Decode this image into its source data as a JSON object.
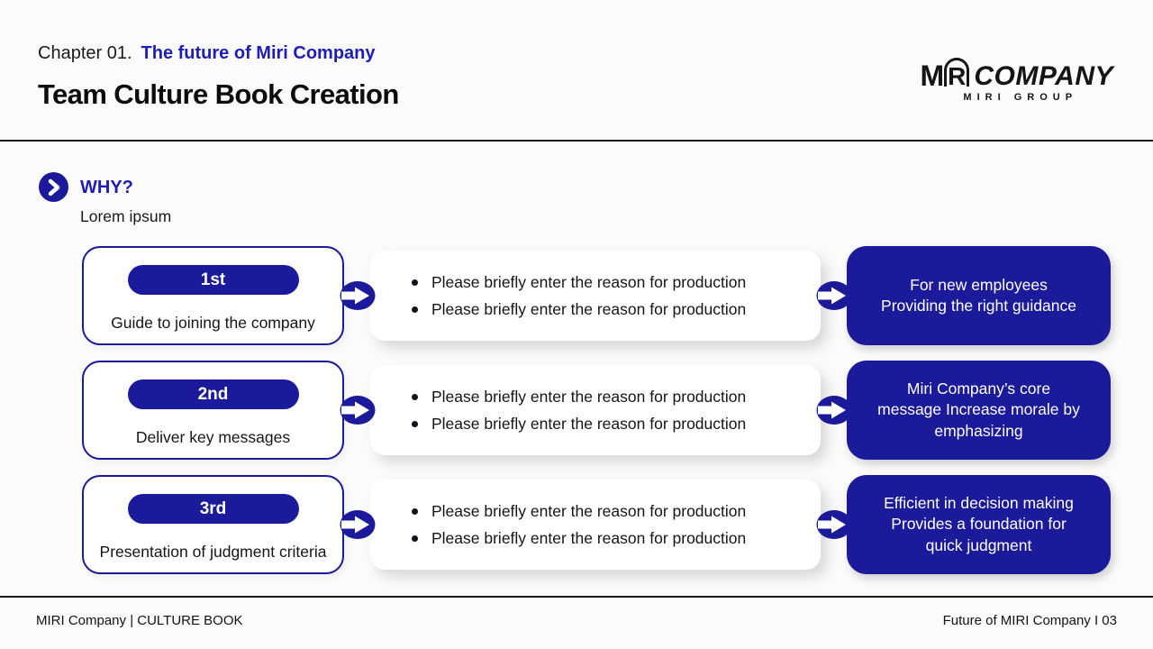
{
  "header": {
    "chapter": "Chapter 01.",
    "chapter_highlight": "The future of Miri Company",
    "title": "Team Culture Book Creation"
  },
  "logo": {
    "letter_m": "M",
    "arch_letter": "R",
    "company": "COMPANY",
    "group": "MIRI GROUP"
  },
  "why": {
    "label": "WHY?",
    "subtitle": "Lorem ipsum"
  },
  "rows": [
    {
      "badge": "1st",
      "left_label": "Guide to joining the company",
      "bullets": [
        "Please briefly enter the reason for production",
        "Please briefly enter the reason for production"
      ],
      "result": "For new employees\nProviding the right guidance"
    },
    {
      "badge": "2nd",
      "left_label": "Deliver key messages",
      "bullets": [
        "Please briefly enter the reason for production",
        "Please briefly enter the reason for production"
      ],
      "result": "Miri Company’s core\nmessage Increase morale by\nemphasizing"
    },
    {
      "badge": "3rd",
      "left_label": "Presentation of judgment criteria",
      "bullets": [
        "Please briefly enter the reason for production",
        "Please briefly enter the reason for production"
      ],
      "result": "Efficient in decision making\nProvides a foundation for\nquick judgment"
    }
  ],
  "footer": {
    "left": "MIRI Company | CULTURE BOOK",
    "right": "Future of MIRI Company I 03"
  },
  "colors": {
    "primary_blue": "#1a1a9b",
    "text_blue": "#1e1eb4",
    "text_black": "#141414",
    "background": "#fbfbfb"
  }
}
